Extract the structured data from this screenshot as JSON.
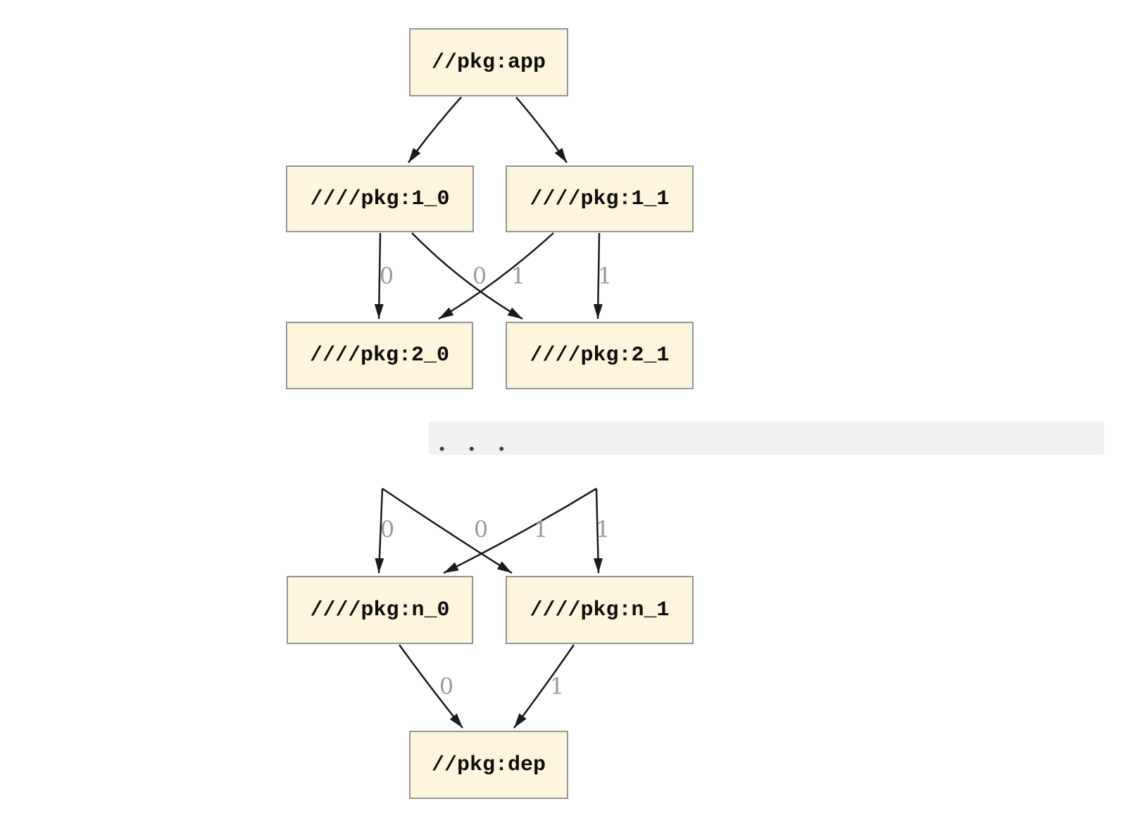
{
  "diagram": {
    "type": "dependency-graph",
    "nodes": {
      "app": "//pkg:app",
      "l1_0": "////pkg:1_0",
      "l1_1": "////pkg:1_1",
      "l2_0": "////pkg:2_0",
      "l2_1": "////pkg:2_1",
      "n_0": "////pkg:n_0",
      "n_1": "////pkg:n_1",
      "dep": "//pkg:dep"
    },
    "ellipsis": ". . .",
    "edges": [
      {
        "from": "//pkg:app",
        "to": "////pkg:1_0",
        "label": ""
      },
      {
        "from": "//pkg:app",
        "to": "////pkg:1_1",
        "label": ""
      },
      {
        "from": "////pkg:1_0",
        "to": "////pkg:2_0",
        "label": "0"
      },
      {
        "from": "////pkg:1_0",
        "to": "////pkg:2_1",
        "label": "1"
      },
      {
        "from": "////pkg:1_1",
        "to": "////pkg:2_0",
        "label": "0"
      },
      {
        "from": "////pkg:1_1",
        "to": "////pkg:2_1",
        "label": "1"
      },
      {
        "from": "...",
        "to": "////pkg:n_0",
        "label": "0"
      },
      {
        "from": "...",
        "to": "////pkg:n_1",
        "label": "1"
      },
      {
        "from": "...",
        "to": "////pkg:n_0",
        "label": "0"
      },
      {
        "from": "...",
        "to": "////pkg:n_1",
        "label": "1"
      },
      {
        "from": "////pkg:n_0",
        "to": "//pkg:dep",
        "label": "0"
      },
      {
        "from": "////pkg:n_1",
        "to": "//pkg:dep",
        "label": "1"
      }
    ],
    "colors": {
      "node_fill": "#fdf5dc",
      "node_border": "#8f9899",
      "edge": "#1a1a1a",
      "edge_label": "#9a9a9a",
      "band_background": "#f1f1f1",
      "dots": "#3a3a3a"
    }
  }
}
